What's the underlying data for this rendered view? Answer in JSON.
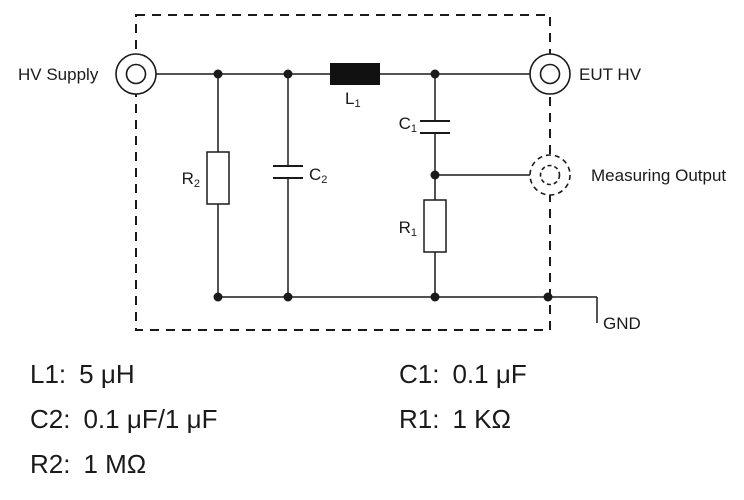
{
  "colors": {
    "ink": "#1a1a1a",
    "background": "#ffffff"
  },
  "diagram": {
    "ports": {
      "hv_supply": "HV Supply",
      "eut_hv": "EUT HV",
      "measuring_output": "Measuring Output",
      "gnd": "GND"
    },
    "components": {
      "l1": {
        "letter": "L",
        "sub": "1"
      },
      "c1": {
        "letter": "C",
        "sub": "1"
      },
      "c2": {
        "letter": "C",
        "sub": "2"
      },
      "r1": {
        "letter": "R",
        "sub": "1"
      },
      "r2": {
        "letter": "R",
        "sub": "2"
      }
    }
  },
  "component_values": {
    "left": [
      {
        "name": "L1:",
        "value": "5 μH"
      },
      {
        "name": "C2:",
        "value": "0.1 μF/1 μF"
      },
      {
        "name": "R2:",
        "value": "1 MΩ"
      }
    ],
    "right": [
      {
        "name": "C1:",
        "value": "0.1 μF"
      },
      {
        "name": "R1:",
        "value": "1 KΩ"
      }
    ]
  }
}
